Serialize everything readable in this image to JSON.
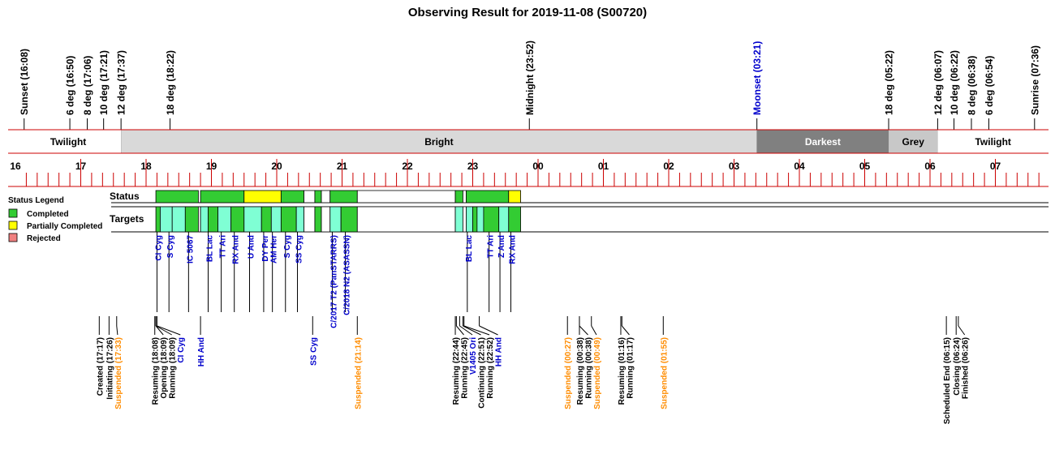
{
  "chart_data": {
    "type": "timeline",
    "title": "Observing Result for 2019-11-08 (S00720)",
    "time_axis": {
      "start": "16:00",
      "end": "07:50",
      "hour_labels": [
        "16",
        "17",
        "18",
        "19",
        "20",
        "21",
        "22",
        "23",
        "00",
        "01",
        "02",
        "03",
        "04",
        "05",
        "06",
        "07"
      ]
    },
    "colors": {
      "completed": "#33cc33",
      "partial": "#ffff00",
      "rejected": "#f08080",
      "target_alt": "#7fffd4",
      "bright": "#d9d9d9",
      "darkest": "#808080",
      "grey": "#c8c8c8",
      "twilight": "#ffffff",
      "red_line": "#cc0000",
      "blue_text": "#0000cc",
      "orange_text": "#ff8c00"
    },
    "top_events": [
      {
        "label": "Sunset (16:08)",
        "time": "16:08",
        "color": "black"
      },
      {
        "label": "6 deg (16:50)",
        "time": "16:50",
        "color": "black"
      },
      {
        "label": "8 deg (17:06)",
        "time": "17:06",
        "color": "black"
      },
      {
        "label": "10 deg (17:21)",
        "time": "17:21",
        "color": "black"
      },
      {
        "label": "12 deg (17:37)",
        "time": "17:37",
        "color": "black"
      },
      {
        "label": "18 deg (18:22)",
        "time": "18:22",
        "color": "black"
      },
      {
        "label": "Midnight (23:52)",
        "time": "23:52",
        "color": "black"
      },
      {
        "label": "Moonset (03:21)",
        "time": "03:21",
        "color": "blue"
      },
      {
        "label": "18 deg (05:22)",
        "time": "05:22",
        "color": "black"
      },
      {
        "label": "12 deg (06:07)",
        "time": "06:07",
        "color": "black"
      },
      {
        "label": "10 deg (06:22)",
        "time": "06:22",
        "color": "black"
      },
      {
        "label": "8 deg (06:38)",
        "time": "06:38",
        "color": "black"
      },
      {
        "label": "6 deg (06:54)",
        "time": "06:54",
        "color": "black"
      },
      {
        "label": "Sunrise (07:36)",
        "time": "07:36",
        "color": "black"
      }
    ],
    "sky_bands": [
      {
        "label": "Twilight",
        "start": "16:00",
        "end": "17:37",
        "kind": "twilight"
      },
      {
        "label": "Bright",
        "start": "17:37",
        "end": "03:21",
        "kind": "bright"
      },
      {
        "label": "Darkest",
        "start": "03:21",
        "end": "05:22",
        "kind": "darkest"
      },
      {
        "label": "Grey",
        "start": "05:22",
        "end": "06:07",
        "kind": "grey"
      },
      {
        "label": "Twilight",
        "start": "06:07",
        "end": "07:50",
        "kind": "twilight"
      }
    ],
    "row_labels": {
      "status": "Status",
      "targets": "Targets"
    },
    "legend": {
      "title": "Status Legend",
      "items": [
        {
          "label": "Completed",
          "kind": "completed"
        },
        {
          "label": "Partially Completed",
          "kind": "partial"
        },
        {
          "label": "Rejected",
          "kind": "rejected"
        }
      ]
    },
    "status_blocks": [
      {
        "start": "18:09",
        "end": "18:48",
        "kind": "completed"
      },
      {
        "start": "18:50",
        "end": "19:30",
        "kind": "completed"
      },
      {
        "start": "19:30",
        "end": "20:04",
        "kind": "partial"
      },
      {
        "start": "20:04",
        "end": "20:25",
        "kind": "completed"
      },
      {
        "start": "20:25",
        "end": "20:35",
        "kind": "empty"
      },
      {
        "start": "20:35",
        "end": "20:41",
        "kind": "completed"
      },
      {
        "start": "20:41",
        "end": "20:49",
        "kind": "empty"
      },
      {
        "start": "20:49",
        "end": "21:14",
        "kind": "completed"
      },
      {
        "start": "21:14",
        "end": "22:44",
        "kind": "empty"
      },
      {
        "start": "22:44",
        "end": "22:51",
        "kind": "completed"
      },
      {
        "start": "22:51",
        "end": "22:54",
        "kind": "empty"
      },
      {
        "start": "22:54",
        "end": "23:33",
        "kind": "completed"
      },
      {
        "start": "23:33",
        "end": "23:44",
        "kind": "partial"
      }
    ],
    "target_blocks": [
      {
        "start": "18:09",
        "end": "18:13",
        "kind": "completed"
      },
      {
        "start": "18:13",
        "end": "18:24",
        "kind": "target_alt"
      },
      {
        "start": "18:24",
        "end": "18:36",
        "kind": "target_alt"
      },
      {
        "start": "18:36",
        "end": "18:48",
        "kind": "completed"
      },
      {
        "start": "18:48",
        "end": "18:50",
        "kind": "empty"
      },
      {
        "start": "18:50",
        "end": "18:57",
        "kind": "target_alt"
      },
      {
        "start": "18:57",
        "end": "19:06",
        "kind": "completed"
      },
      {
        "start": "19:06",
        "end": "19:18",
        "kind": "target_alt"
      },
      {
        "start": "19:18",
        "end": "19:30",
        "kind": "completed"
      },
      {
        "start": "19:30",
        "end": "19:46",
        "kind": "target_alt"
      },
      {
        "start": "19:46",
        "end": "19:55",
        "kind": "completed"
      },
      {
        "start": "19:55",
        "end": "20:04",
        "kind": "target_alt"
      },
      {
        "start": "20:04",
        "end": "20:18",
        "kind": "completed"
      },
      {
        "start": "20:18",
        "end": "20:25",
        "kind": "target_alt"
      },
      {
        "start": "20:25",
        "end": "20:35",
        "kind": "empty"
      },
      {
        "start": "20:35",
        "end": "20:41",
        "kind": "completed"
      },
      {
        "start": "20:41",
        "end": "20:49",
        "kind": "empty"
      },
      {
        "start": "20:49",
        "end": "20:59",
        "kind": "target_alt"
      },
      {
        "start": "20:59",
        "end": "21:14",
        "kind": "completed"
      },
      {
        "start": "21:14",
        "end": "22:44",
        "kind": "empty"
      },
      {
        "start": "22:44",
        "end": "22:51",
        "kind": "target_alt"
      },
      {
        "start": "22:51",
        "end": "22:54",
        "kind": "empty"
      },
      {
        "start": "22:54",
        "end": "23:00",
        "kind": "target_alt"
      },
      {
        "start": "23:00",
        "end": "23:04",
        "kind": "completed"
      },
      {
        "start": "23:04",
        "end": "23:10",
        "kind": "target_alt"
      },
      {
        "start": "23:10",
        "end": "23:24",
        "kind": "completed"
      },
      {
        "start": "23:24",
        "end": "23:33",
        "kind": "target_alt"
      },
      {
        "start": "23:33",
        "end": "23:44",
        "kind": "completed"
      }
    ],
    "target_names": [
      {
        "label": "CI Cyg",
        "time": "18:13"
      },
      {
        "label": "S Cyg",
        "time": "18:24"
      },
      {
        "label": "IC 5067",
        "time": "18:42"
      },
      {
        "label": "BL Lac",
        "time": "19:00"
      },
      {
        "label": "TT Ari",
        "time": "19:12"
      },
      {
        "label": "RX And",
        "time": "19:24"
      },
      {
        "label": "U And",
        "time": "19:38"
      },
      {
        "label": "DY Per",
        "time": "19:51"
      },
      {
        "label": "AM Her",
        "time": "19:59"
      },
      {
        "label": "S Cyg",
        "time": "20:11"
      },
      {
        "label": "SS Cyg",
        "time": "20:22"
      },
      {
        "label": "C/2017 T2 (PanSTARRS)",
        "time": "20:54"
      },
      {
        "label": "C/2018 N2 (ASASSN)",
        "time": "21:06"
      },
      {
        "label": "BL Lac",
        "time": "22:58"
      },
      {
        "label": "TT Ari",
        "time": "23:18"
      },
      {
        "label": "Z And",
        "time": "23:28"
      },
      {
        "label": "RX And",
        "time": "23:38"
      }
    ],
    "bottom_events": [
      {
        "label": "Created (17:17)",
        "time": "17:17",
        "color": "black"
      },
      {
        "label": "Initiating (17:26)",
        "time": "17:26",
        "color": "black"
      },
      {
        "label": "Suspended (17:33)",
        "time": "17:33",
        "color": "orange"
      },
      {
        "label": "Resuming (18:08)",
        "time": "18:08",
        "color": "black"
      },
      {
        "label": "Opening (18:09)",
        "time": "18:09",
        "color": "black"
      },
      {
        "label": "Running (18:09)",
        "time": "18:09",
        "color": "black"
      },
      {
        "label": "CI Cyg",
        "time": "18:10",
        "color": "blue"
      },
      {
        "label": "HH And",
        "time": "18:50",
        "color": "blue"
      },
      {
        "label": "SS Cyg",
        "time": "20:33",
        "color": "blue"
      },
      {
        "label": "Suspended (21:14)",
        "time": "21:14",
        "color": "orange"
      },
      {
        "label": "Resuming (22:44)",
        "time": "22:44",
        "color": "black"
      },
      {
        "label": "Running (22:45)",
        "time": "22:45",
        "color": "black"
      },
      {
        "label": "Continuing (22:51)",
        "time": "22:51",
        "color": "black"
      },
      {
        "label": "Running (22:52)",
        "time": "22:52",
        "color": "black"
      },
      {
        "label": "V1405 Ori",
        "time": "22:48",
        "color": "blue"
      },
      {
        "label": "HH And",
        "time": "23:06",
        "color": "blue"
      },
      {
        "label": "Suspended (00:27)",
        "time": "00:27",
        "color": "orange"
      },
      {
        "label": "Resuming (00:38)",
        "time": "00:38",
        "color": "black"
      },
      {
        "label": "Running (00:38)",
        "time": "00:38",
        "color": "black"
      },
      {
        "label": "Suspended (00:49)",
        "time": "00:49",
        "color": "orange"
      },
      {
        "label": "Resuming (01:16)",
        "time": "01:16",
        "color": "black"
      },
      {
        "label": "Running (01:17)",
        "time": "01:17",
        "color": "black"
      },
      {
        "label": "Suspended (01:55)",
        "time": "01:55",
        "color": "orange"
      },
      {
        "label": "Scheduled End (06:15)",
        "time": "06:15",
        "color": "black"
      },
      {
        "label": "Closing (06:24)",
        "time": "06:24",
        "color": "black"
      },
      {
        "label": "Finished (06:26)",
        "time": "06:26",
        "color": "black"
      }
    ]
  }
}
